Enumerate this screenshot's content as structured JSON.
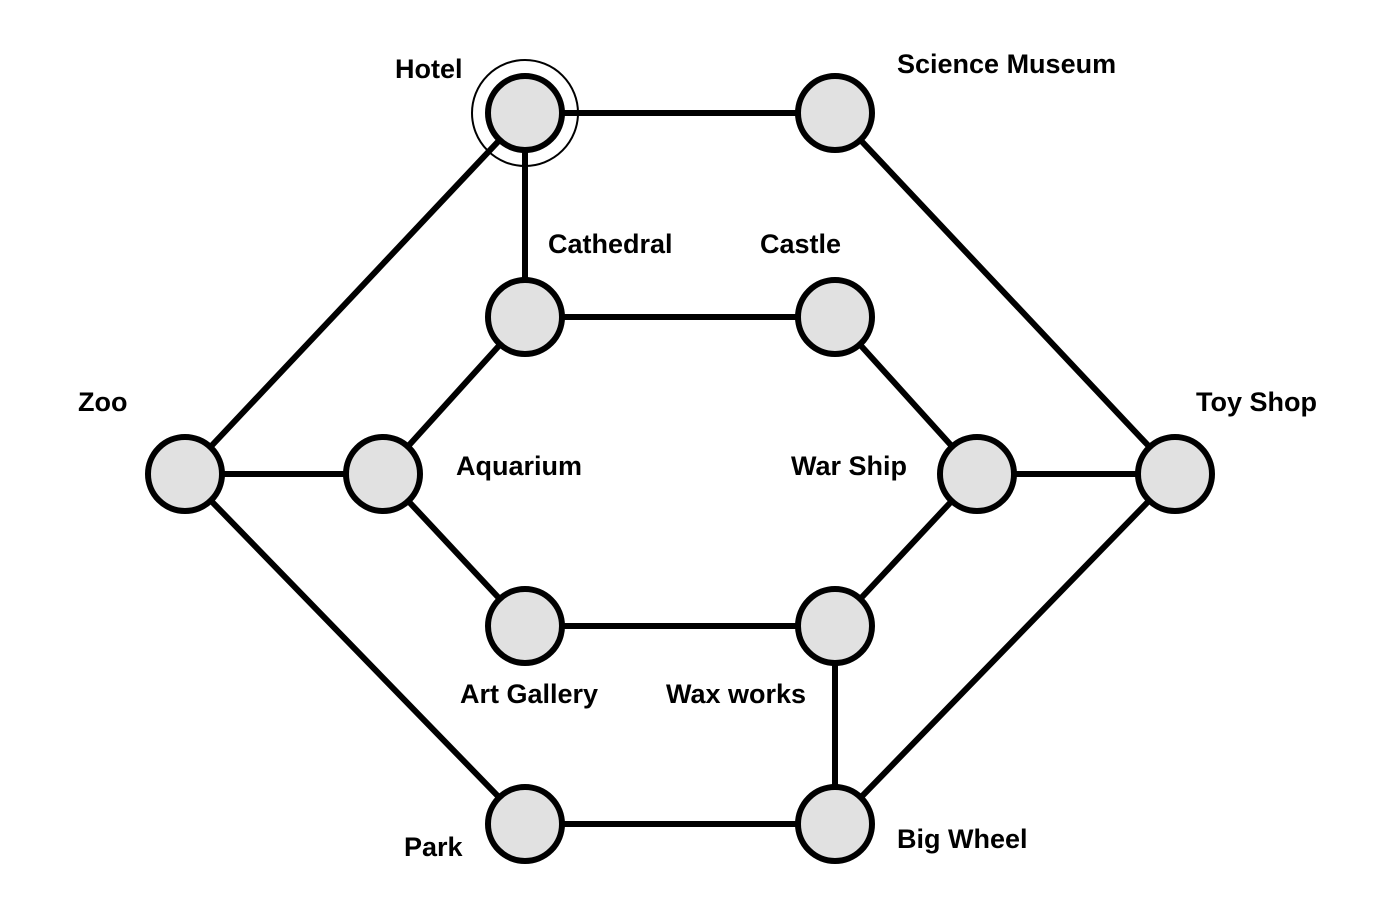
{
  "diagram": {
    "start_node": "hotel",
    "colors": {
      "node_fill": "#e1e1e1",
      "stroke": "#000000",
      "background": "#ffffff"
    },
    "nodes": [
      {
        "id": "hotel",
        "label": "Hotel"
      },
      {
        "id": "science-museum",
        "label": "Science Museum"
      },
      {
        "id": "cathedral",
        "label": "Cathedral"
      },
      {
        "id": "castle",
        "label": "Castle"
      },
      {
        "id": "zoo",
        "label": "Zoo"
      },
      {
        "id": "aquarium",
        "label": "Aquarium"
      },
      {
        "id": "war-ship",
        "label": "War Ship"
      },
      {
        "id": "toy-shop",
        "label": "Toy Shop"
      },
      {
        "id": "art-gallery",
        "label": "Art Gallery"
      },
      {
        "id": "wax-works",
        "label": "Wax works"
      },
      {
        "id": "park",
        "label": "Park"
      },
      {
        "id": "big-wheel",
        "label": "Big Wheel"
      }
    ],
    "edges": [
      [
        "hotel",
        "science-museum"
      ],
      [
        "hotel",
        "cathedral"
      ],
      [
        "hotel",
        "zoo"
      ],
      [
        "science-museum",
        "toy-shop"
      ],
      [
        "cathedral",
        "castle"
      ],
      [
        "cathedral",
        "aquarium"
      ],
      [
        "castle",
        "war-ship"
      ],
      [
        "zoo",
        "aquarium"
      ],
      [
        "zoo",
        "park"
      ],
      [
        "aquarium",
        "art-gallery"
      ],
      [
        "war-ship",
        "toy-shop"
      ],
      [
        "war-ship",
        "wax-works"
      ],
      [
        "toy-shop",
        "big-wheel"
      ],
      [
        "art-gallery",
        "wax-works"
      ],
      [
        "wax-works",
        "big-wheel"
      ],
      [
        "park",
        "big-wheel"
      ]
    ]
  }
}
